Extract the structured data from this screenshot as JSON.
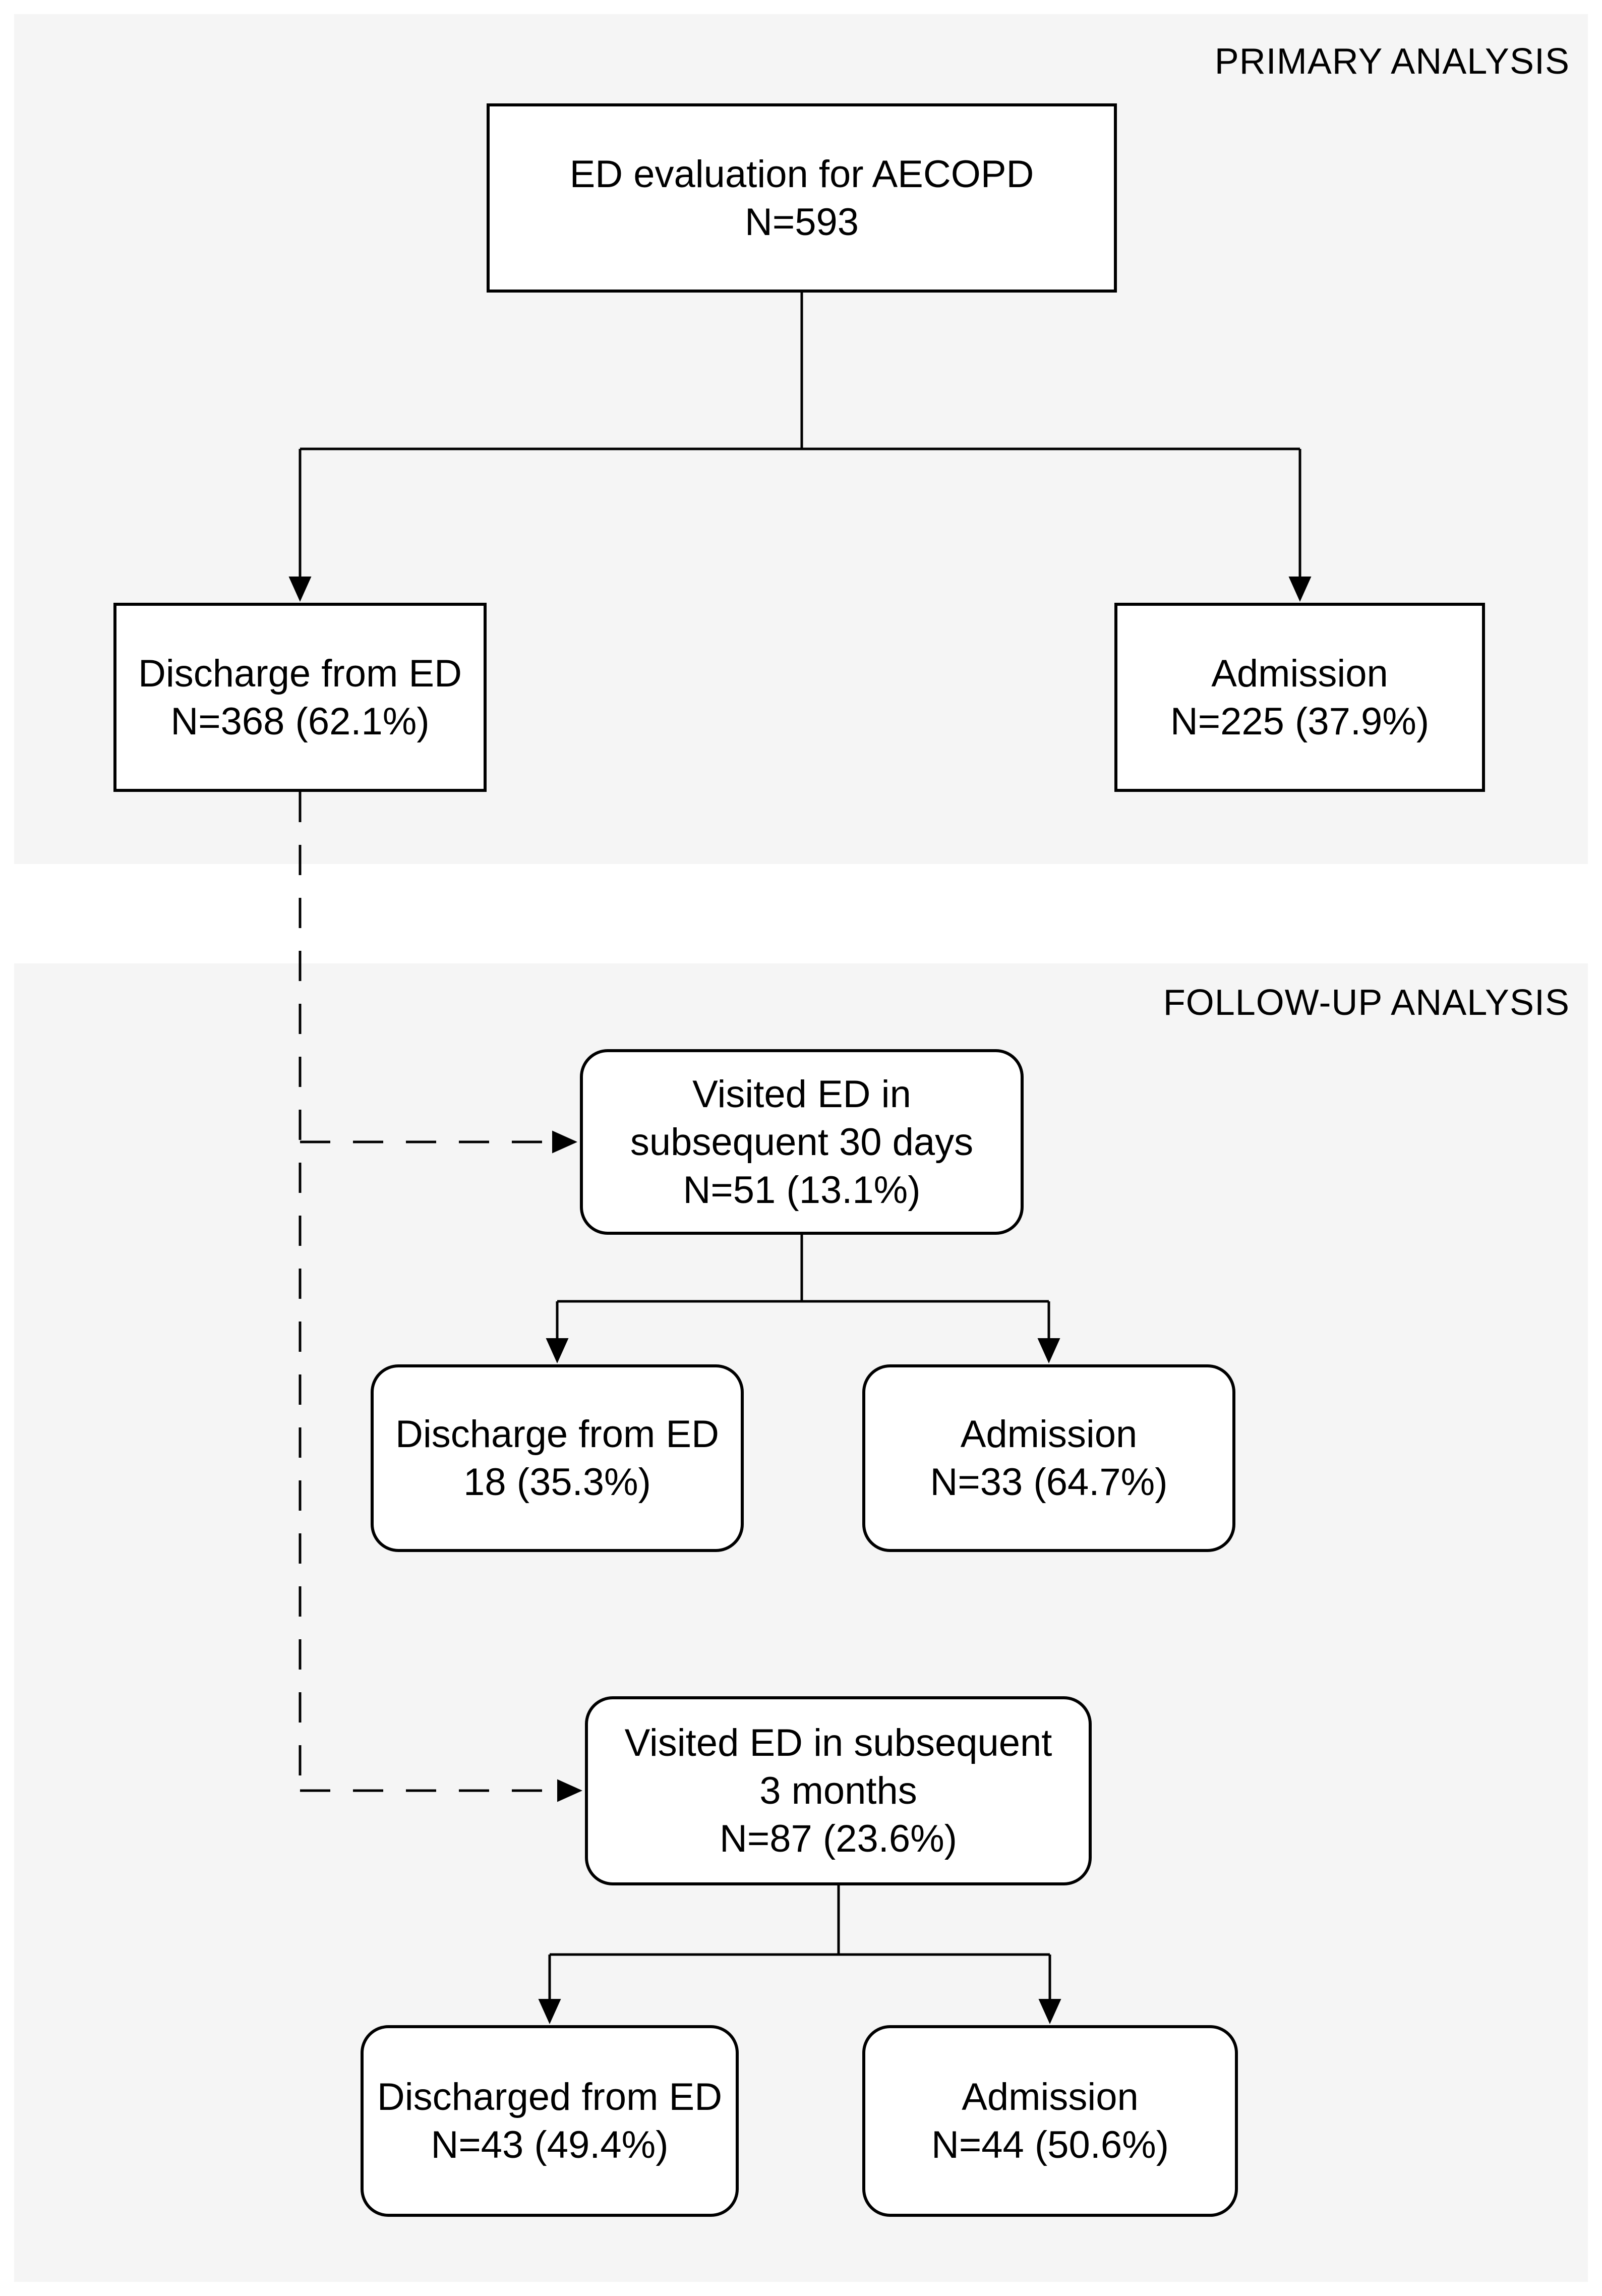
{
  "figure": {
    "sections": {
      "primary": {
        "label": "PRIMARY ANALYSIS"
      },
      "followup": {
        "label": "FOLLOW-UP ANALYSIS"
      }
    },
    "nodes": {
      "ed_evaluation": {
        "lines": [
          "ED evaluation for AECOPD",
          "N=593"
        ]
      },
      "discharge_primary": {
        "lines": [
          "Discharge from ED",
          "N=368 (62.1%)"
        ]
      },
      "admission_primary": {
        "lines": [
          "Admission",
          "N=225 (37.9%)"
        ]
      },
      "visited_30days": {
        "lines": [
          "Visited ED in",
          "subsequent 30 days",
          "N=51 (13.1%)"
        ]
      },
      "discharge_30days": {
        "lines": [
          "Discharge from ED",
          "18 (35.3%)"
        ]
      },
      "admission_30days": {
        "lines": [
          "Admission",
          "N=33 (64.7%)"
        ]
      },
      "visited_3months": {
        "lines": [
          "Visited ED in subsequent",
          "3 months",
          "N=87 (23.6%)"
        ]
      },
      "discharge_3months": {
        "lines": [
          "Discharged from ED",
          "N=43 (49.4%)"
        ]
      },
      "admission_3months": {
        "lines": [
          "Admission",
          "N=44 (50.6%)"
        ]
      }
    },
    "colors": {
      "panel_background": "#f5f5f5",
      "node_fill": "#ffffff",
      "line": "#000000",
      "text": "#000000"
    }
  }
}
